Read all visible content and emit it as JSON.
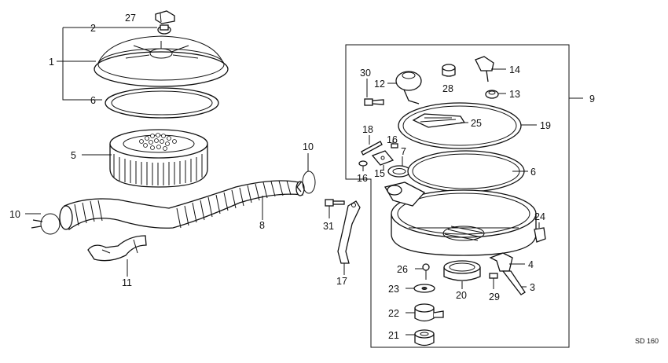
{
  "diagram_code": "SD 160",
  "callouts": {
    "c1": "1",
    "c2": "2",
    "c3": "3",
    "c4": "4",
    "c5": "5",
    "c6a": "6",
    "c6b": "6",
    "c7": "7",
    "c8": "8",
    "c9": "9",
    "c10a": "10",
    "c10b": "10",
    "c11": "11",
    "c12": "12",
    "c13": "13",
    "c14": "14",
    "c15": "15",
    "c16a": "16",
    "c16b": "16",
    "c17": "17",
    "c18": "18",
    "c19": "19",
    "c20": "20",
    "c21": "21",
    "c22": "22",
    "c23": "23",
    "c24": "24",
    "c25": "25",
    "c26": "26",
    "c27": "27",
    "c28": "28",
    "c29": "29",
    "c30": "30",
    "c31": "31"
  }
}
